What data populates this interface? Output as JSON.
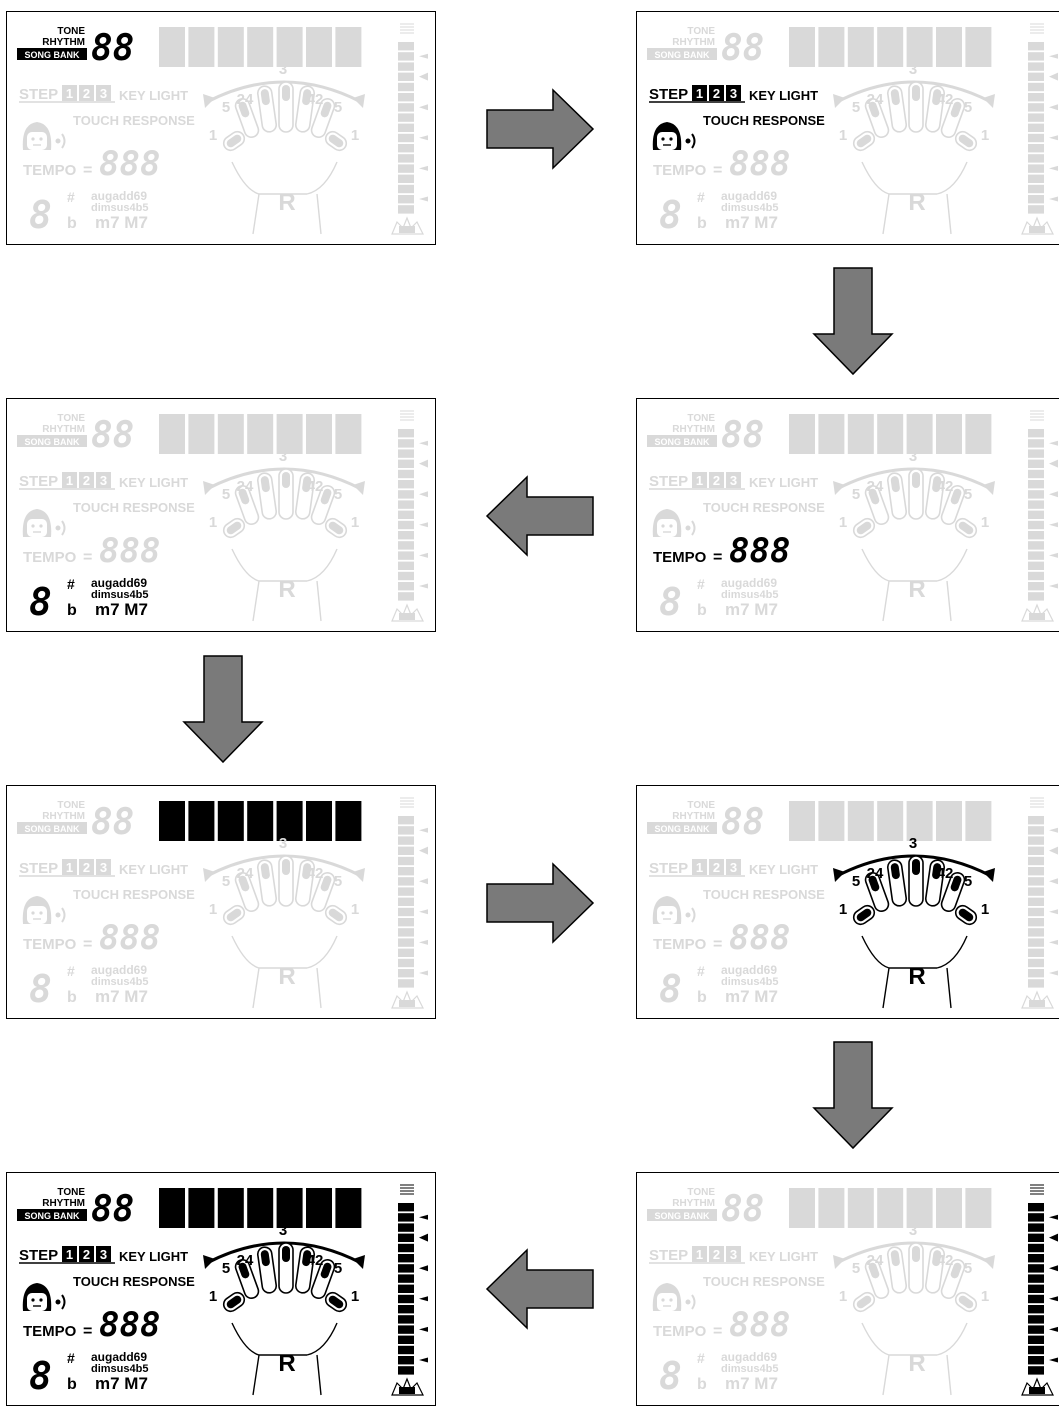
{
  "labels": {
    "tone": "TONE",
    "rhythm": "RHYTHM",
    "song_bank": "SONG BANK",
    "tone_digits": "88",
    "step": "STEP",
    "step_nums": [
      "1",
      "2",
      "3"
    ],
    "key_light": "KEY LIGHT",
    "touch_response": "TOUCH RESPONSE",
    "tempo": "TEMPO",
    "tempo_eq": "=",
    "tempo_digits": "888",
    "chord_digit": "8",
    "sharp": "#",
    "flat": "b",
    "chord_line1": "augadd69",
    "chord_line2": "dimsus4b5",
    "chord_line3": "m7 M7",
    "finger_nums": [
      "1",
      "5",
      "24",
      "3",
      "42",
      "5",
      "1"
    ],
    "hand_letter": "R"
  },
  "panels": [
    {
      "id": "p1",
      "active": [
        "tone"
      ]
    },
    {
      "id": "p2",
      "active": [
        "step"
      ]
    },
    {
      "id": "p3",
      "active": [
        "tempo"
      ]
    },
    {
      "id": "p4",
      "active": [
        "chord"
      ]
    },
    {
      "id": "p5",
      "active": [
        "blocks"
      ]
    },
    {
      "id": "p6",
      "active": [
        "hand"
      ]
    },
    {
      "id": "p7",
      "active": [
        "meter"
      ]
    },
    {
      "id": "p8",
      "active": [
        "tone",
        "blocks",
        "step",
        "tempo",
        "chord",
        "hand",
        "meter"
      ]
    }
  ],
  "arrows": [
    {
      "id": "a1",
      "direction": "right"
    },
    {
      "id": "a2",
      "direction": "down"
    },
    {
      "id": "a3",
      "direction": "left"
    },
    {
      "id": "a4",
      "direction": "down"
    },
    {
      "id": "a5",
      "direction": "right"
    },
    {
      "id": "a6",
      "direction": "down"
    },
    {
      "id": "a7",
      "direction": "left"
    }
  ],
  "colors": {
    "on": "#000000",
    "off": "#d9d9d9",
    "arrow": "#7a7a7a",
    "border": "#000000"
  }
}
